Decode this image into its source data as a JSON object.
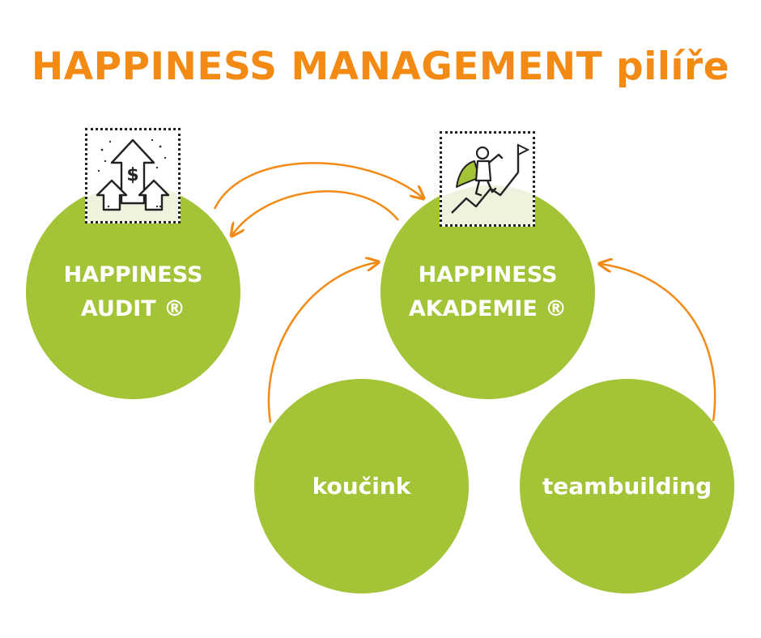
{
  "title": "HAPPINESS MANAGEMENT pilíře",
  "colors": {
    "title": "#f28a14",
    "circle": "#a4c437",
    "arrow": "#f28a14",
    "label": "#ffffff"
  },
  "nodes": {
    "audit": {
      "line1": "HAPPINESS",
      "line2": "AUDIT ®",
      "icon": "money-growth-arrows-icon"
    },
    "akademie": {
      "line1": "HAPPINESS",
      "line2": "AKADEMIE ®",
      "icon": "climber-summit-flag-icon"
    },
    "koucink": {
      "label": "koučink"
    },
    "teambuilding": {
      "label": "teambuilding"
    }
  },
  "connections": [
    {
      "from": "audit",
      "to": "akademie"
    },
    {
      "from": "akademie",
      "to": "audit"
    },
    {
      "from": "koucink",
      "to": "akademie"
    },
    {
      "from": "teambuilding",
      "to": "akademie"
    }
  ]
}
